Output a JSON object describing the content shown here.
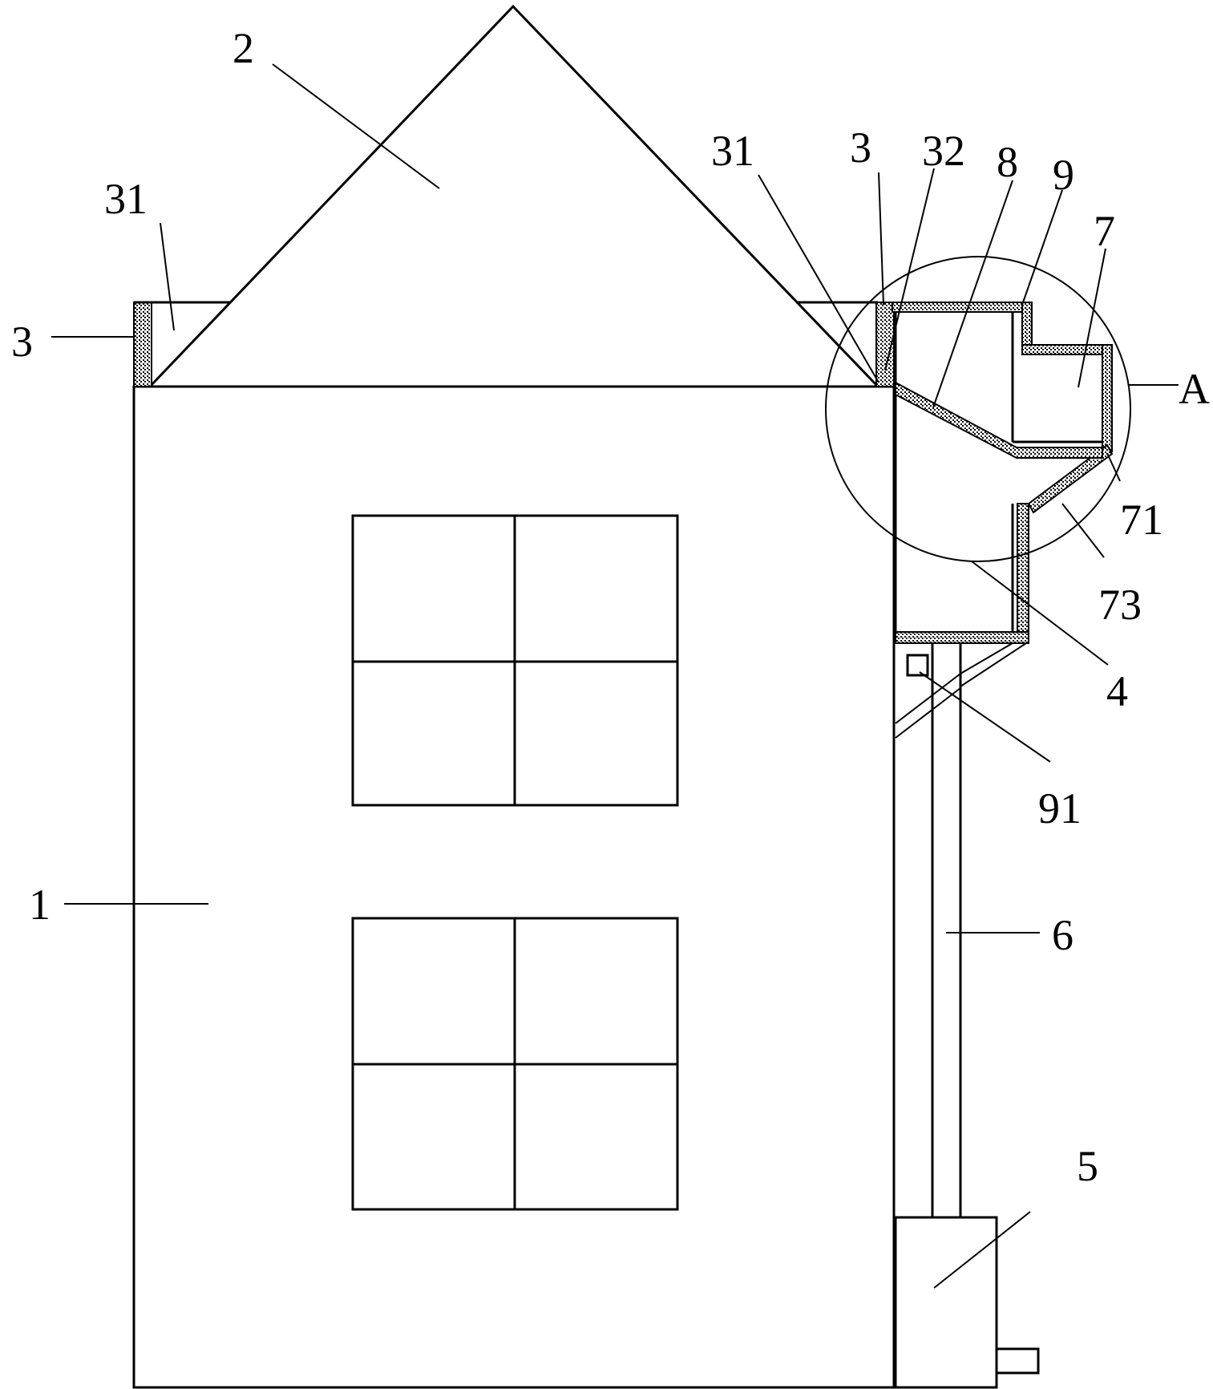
{
  "labels": {
    "house_body": "1",
    "roof": "2",
    "parapet_left": "3",
    "parapet_left_inner": "31",
    "parapet_right_inner": "31",
    "parapet_right": "3",
    "part_32": "32",
    "part_8": "8",
    "part_9": "9",
    "part_7": "7",
    "detail_a": "A",
    "part_71": "71",
    "part_73": "73",
    "part_4": "4",
    "part_91": "91",
    "pipe_6": "6",
    "tank_5": "5"
  }
}
